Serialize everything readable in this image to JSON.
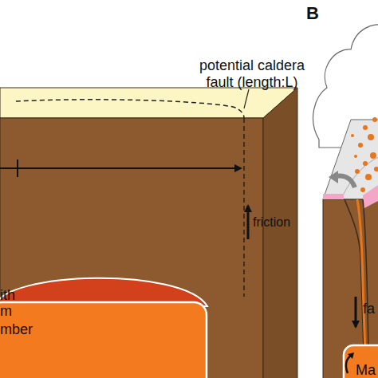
{
  "diagram": {
    "nodes": [
      {
        "text": [
          "ith"
        ]
      },
      {
        "text": [
          "m",
          "mber"
        ]
      },
      {
        "text": [
          "Ma"
        ]
      }
    ],
    "labels": [
      "potential caldera fault (length:L)",
      "friction",
      "B",
      "fa"
    ]
  }
}
